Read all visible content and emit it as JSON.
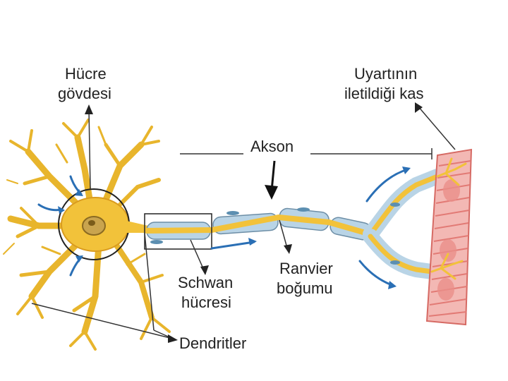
{
  "labels": {
    "cell_body": [
      "Hücre",
      "gövdesi"
    ],
    "axon": "Akson",
    "target": [
      "Uyartının",
      "iletildiği kas"
    ],
    "schwann": [
      "Schwan",
      "hücresi"
    ],
    "ranvier": [
      "Ranvier",
      "boğumu"
    ],
    "dendrites": "Dendritler"
  },
  "colors": {
    "dendrite": "#f2c23a",
    "dendrite_dark": "#d99b1f",
    "myelin": "#b9d4e6",
    "myelin_edge": "#6d8ea6",
    "muscle": "#f3b8b4",
    "muscle_stripe": "#e27a75",
    "signal_arrow": "#2a6fb5",
    "line": "#333333"
  }
}
